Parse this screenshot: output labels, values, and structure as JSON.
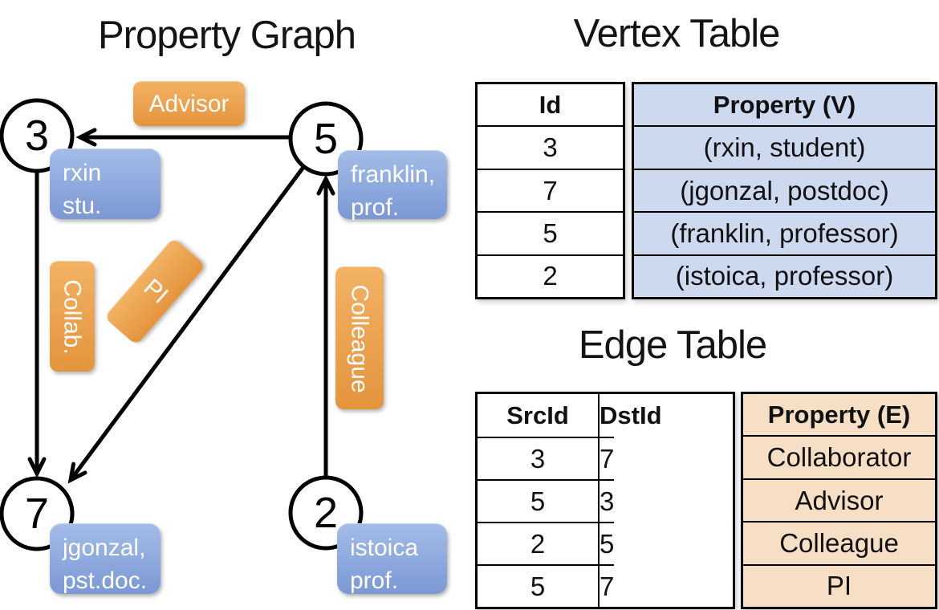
{
  "graph": {
    "title": "Property Graph",
    "nodes": [
      {
        "id": "3",
        "line1": "rxin",
        "line2": "stu."
      },
      {
        "id": "5",
        "line1": "franklin,",
        "line2": "prof."
      },
      {
        "id": "7",
        "line1": "jgonzal,",
        "line2": "pst.doc."
      },
      {
        "id": "2",
        "line1": "istoica",
        "line2": "prof."
      }
    ],
    "edges": [
      {
        "src": "5",
        "dst": "3",
        "label": "Advisor"
      },
      {
        "src": "3",
        "dst": "7",
        "label": "Collab."
      },
      {
        "src": "5",
        "dst": "7",
        "label": "PI"
      },
      {
        "src": "2",
        "dst": "5",
        "label": "Colleague"
      }
    ]
  },
  "vertex_table": {
    "title": "Vertex Table",
    "headers": {
      "id": "Id",
      "property": "Property (V)"
    },
    "rows": [
      {
        "id": "3",
        "property": "(rxin, student)"
      },
      {
        "id": "7",
        "property": "(jgonzal, postdoc)"
      },
      {
        "id": "5",
        "property": "(franklin, professor)"
      },
      {
        "id": "2",
        "property": "(istoica, professor)"
      }
    ]
  },
  "edge_table": {
    "title": "Edge Table",
    "headers": {
      "src": "SrcId",
      "dst": "DstId",
      "property": "Property (E)"
    },
    "rows": [
      {
        "src": "3",
        "dst": "7",
        "property": "Collaborator"
      },
      {
        "src": "5",
        "dst": "3",
        "property": "Advisor"
      },
      {
        "src": "2",
        "dst": "5",
        "property": "Colleague"
      },
      {
        "src": "5",
        "dst": "7",
        "property": "PI"
      }
    ]
  },
  "colors": {
    "node_label_blue": "#7b98d4",
    "edge_label_orange": "#e89a41",
    "vertex_cell_bg": "#cdd9ee",
    "edge_cell_bg": "#f6dfc4",
    "line_black": "#000000"
  }
}
